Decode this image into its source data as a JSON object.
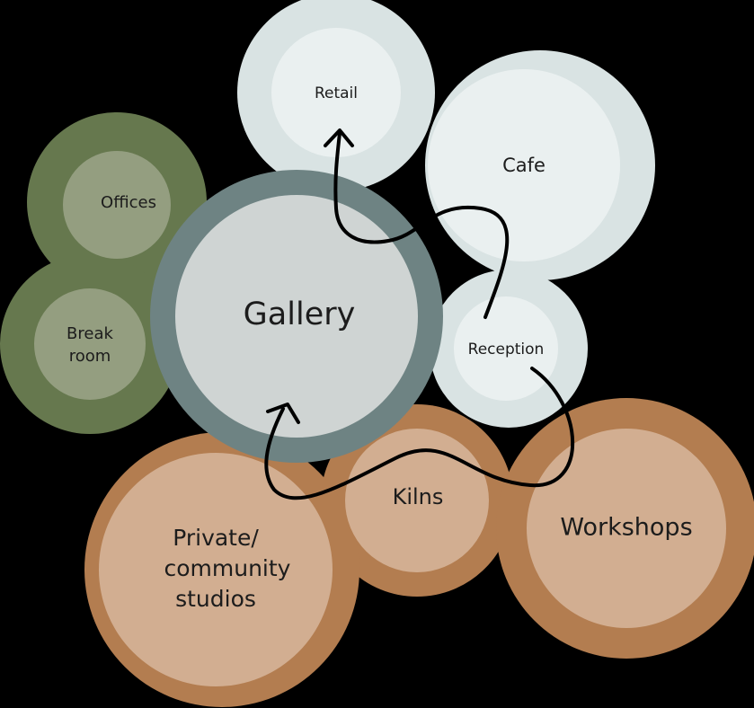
{
  "colors": {
    "background": "#000000",
    "light_blue_outer": "#d9e3e3",
    "light_blue_inner": "#eaf0f0",
    "green_outer": "#66784e",
    "green_inner": "#949e80",
    "gallery_ring": "#6e8383",
    "gallery_fill": "#cfd4d3",
    "brown_outer": "#b37d50",
    "brown_inner": "#d2ae91",
    "arrow": "#000000"
  },
  "bubbles": {
    "retail": "Retail",
    "cafe": "Cafe",
    "offices": "Offices",
    "break_room_line1": "Break",
    "break_room_line2": "room",
    "gallery": "Gallery",
    "reception": "Reception",
    "kilns": "Kilns",
    "workshops": "Workshops",
    "studios_line1": "Private/",
    "studios_line2": "community",
    "studios_line3": "studios"
  }
}
